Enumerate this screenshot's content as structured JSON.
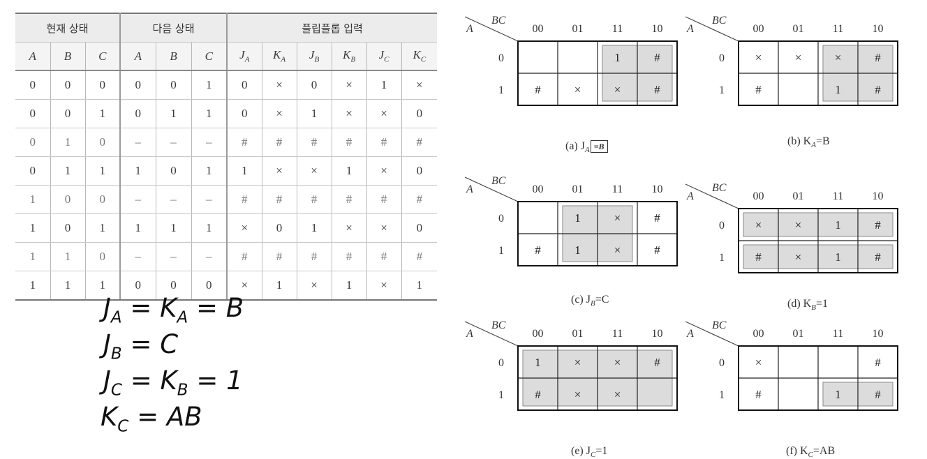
{
  "table": {
    "groups": [
      "현재 상태",
      "다음 상태",
      "플립플롭 입력"
    ],
    "columns": [
      {
        "base": "A",
        "sub": ""
      },
      {
        "base": "B",
        "sub": ""
      },
      {
        "base": "C",
        "sub": ""
      },
      {
        "base": "A",
        "sub": ""
      },
      {
        "base": "B",
        "sub": ""
      },
      {
        "base": "C",
        "sub": ""
      },
      {
        "base": "J",
        "sub": "A"
      },
      {
        "base": "K",
        "sub": "A"
      },
      {
        "base": "J",
        "sub": "B"
      },
      {
        "base": "K",
        "sub": "B"
      },
      {
        "base": "J",
        "sub": "C"
      },
      {
        "base": "K",
        "sub": "C"
      }
    ],
    "rows": [
      [
        "0",
        "0",
        "0",
        "0",
        "0",
        "1",
        "0",
        "×",
        "0",
        "×",
        "1",
        "×"
      ],
      [
        "0",
        "0",
        "1",
        "0",
        "1",
        "1",
        "0",
        "×",
        "1",
        "×",
        "×",
        "0"
      ],
      [
        "0",
        "1",
        "0",
        "–",
        "–",
        "–",
        "#",
        "#",
        "#",
        "#",
        "#",
        "#"
      ],
      [
        "0",
        "1",
        "1",
        "1",
        "0",
        "1",
        "1",
        "×",
        "×",
        "1",
        "×",
        "0"
      ],
      [
        "1",
        "0",
        "0",
        "–",
        "–",
        "–",
        "#",
        "#",
        "#",
        "#",
        "#",
        "#"
      ],
      [
        "1",
        "0",
        "1",
        "1",
        "1",
        "1",
        "×",
        "0",
        "1",
        "×",
        "×",
        "0"
      ],
      [
        "1",
        "1",
        "0",
        "–",
        "–",
        "–",
        "#",
        "#",
        "#",
        "#",
        "#",
        "#"
      ],
      [
        "1",
        "1",
        "1",
        "0",
        "0",
        "0",
        "×",
        "1",
        "×",
        "1",
        "×",
        "1"
      ]
    ]
  },
  "equations": [
    [
      {
        "t": "J"
      },
      {
        "s": "A"
      },
      {
        "t": " = K"
      },
      {
        "s": "A"
      },
      {
        "t": " = B"
      }
    ],
    [
      {
        "t": "J"
      },
      {
        "s": "B"
      },
      {
        "t": " = C"
      }
    ],
    [
      {
        "t": "J"
      },
      {
        "s": "C"
      },
      {
        "t": " = K"
      },
      {
        "s": "B"
      },
      {
        "t": " = 1"
      }
    ],
    [
      {
        "t": "K"
      },
      {
        "s": "C"
      },
      {
        "t": " = AB"
      }
    ]
  ],
  "kmaps": [
    {
      "caption": [
        {
          "t": "(a) J"
        },
        {
          "s": "A"
        },
        {
          "box": "=B"
        }
      ],
      "row_var": "A",
      "col_var": "BC",
      "col_labels": [
        "00",
        "01",
        "11",
        "10"
      ],
      "row_labels": [
        "0",
        "1"
      ],
      "cells": [
        [
          "",
          "",
          "1",
          "#"
        ],
        [
          "#",
          "×",
          "×",
          "#"
        ]
      ],
      "groups": [
        {
          "r": [
            0,
            1
          ],
          "c": [
            2,
            3
          ]
        }
      ]
    },
    {
      "caption": [
        {
          "t": "(b) K"
        },
        {
          "s": "A"
        },
        {
          "t": "=B"
        }
      ],
      "row_var": "A",
      "col_var": "BC",
      "col_labels": [
        "00",
        "01",
        "11",
        "10"
      ],
      "row_labels": [
        "0",
        "1"
      ],
      "cells": [
        [
          "×",
          "×",
          "×",
          "#"
        ],
        [
          "#",
          "",
          "1",
          "#"
        ]
      ],
      "groups": [
        {
          "r": [
            0,
            1
          ],
          "c": [
            2,
            3
          ]
        }
      ]
    },
    {
      "caption": [
        {
          "t": "(c) J"
        },
        {
          "s": "B"
        },
        {
          "t": "=C"
        }
      ],
      "row_var": "A",
      "col_var": "BC",
      "col_labels": [
        "00",
        "01",
        "11",
        "10"
      ],
      "row_labels": [
        "0",
        "1"
      ],
      "cells": [
        [
          "",
          "1",
          "×",
          "#"
        ],
        [
          "#",
          "1",
          "×",
          "#"
        ]
      ],
      "groups": [
        {
          "r": [
            0,
            1
          ],
          "c": [
            1,
            2
          ]
        }
      ]
    },
    {
      "caption": [
        {
          "t": "(d) K"
        },
        {
          "s": "B"
        },
        {
          "t": "=1"
        }
      ],
      "row_var": "A",
      "col_var": "BC",
      "col_labels": [
        "00",
        "01",
        "11",
        "10"
      ],
      "row_labels": [
        "0",
        "1"
      ],
      "cells": [
        [
          "×",
          "×",
          "1",
          "#"
        ],
        [
          "#",
          "×",
          "1",
          "#"
        ]
      ],
      "groups": [
        {
          "r": [
            0,
            0
          ],
          "c": [
            0,
            3
          ]
        },
        {
          "r": [
            1,
            1
          ],
          "c": [
            0,
            3
          ]
        }
      ]
    },
    {
      "caption": [
        {
          "t": "(e) J"
        },
        {
          "s": "C"
        },
        {
          "t": "=1"
        }
      ],
      "row_var": "A",
      "col_var": "BC",
      "col_labels": [
        "00",
        "01",
        "11",
        "10"
      ],
      "row_labels": [
        "0",
        "1"
      ],
      "cells": [
        [
          "1",
          "×",
          "×",
          "#"
        ],
        [
          "#",
          "×",
          "×",
          ""
        ]
      ],
      "groups": [
        {
          "r": [
            0,
            1
          ],
          "c": [
            0,
            3
          ]
        }
      ]
    },
    {
      "caption": [
        {
          "t": "(f) K"
        },
        {
          "s": "C"
        },
        {
          "t": "=AB"
        }
      ],
      "row_var": "A",
      "col_var": "BC",
      "col_labels": [
        "00",
        "01",
        "11",
        "10"
      ],
      "row_labels": [
        "0",
        "1"
      ],
      "cells": [
        [
          "×",
          "",
          "",
          "#"
        ],
        [
          "#",
          "",
          "1",
          "#"
        ]
      ],
      "groups": [
        {
          "r": [
            1,
            1
          ],
          "c": [
            2,
            3
          ]
        }
      ]
    }
  ]
}
